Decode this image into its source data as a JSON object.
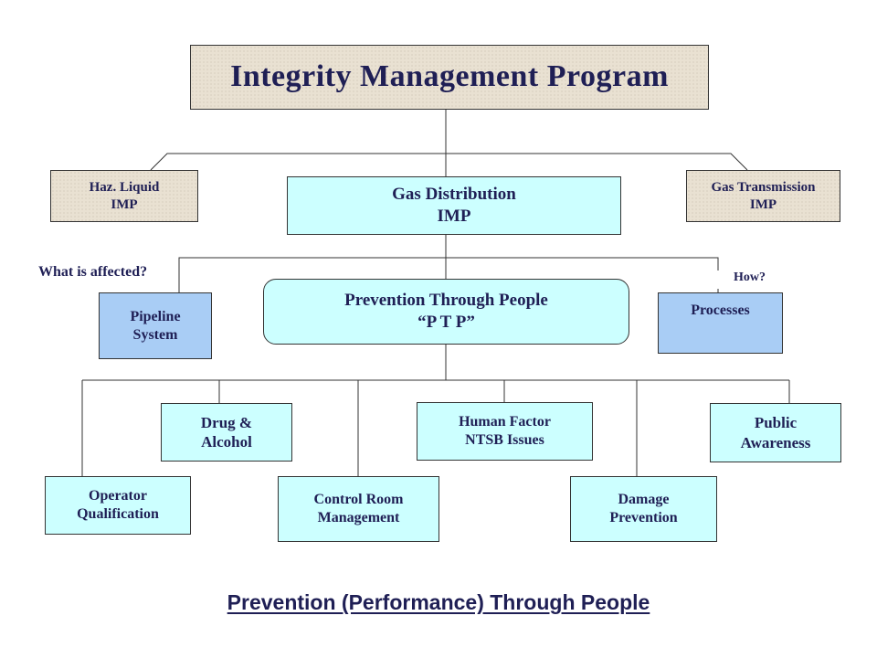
{
  "title": "Integrity Management Program",
  "nodes": {
    "haz_liquid": [
      "Haz. Liquid",
      "IMP"
    ],
    "gas_distribution": [
      "Gas Distribution",
      "IMP"
    ],
    "gas_transmission": [
      "Gas Transmission",
      "IMP"
    ],
    "ptp": [
      "Prevention Through People",
      "“P T P”"
    ],
    "pipeline_system": [
      "Pipeline",
      "System"
    ],
    "processes": [
      "Processes"
    ],
    "drug_alcohol": [
      "Drug &",
      "Alcohol"
    ],
    "human_factor": [
      "Human Factor",
      "NTSB Issues"
    ],
    "public_awareness": [
      "Public",
      "Awareness"
    ],
    "operator_qualification": [
      "Operator",
      "Qualification"
    ],
    "control_room": [
      "Control Room",
      "Management"
    ],
    "damage_prevention": [
      "Damage",
      "Prevention"
    ]
  },
  "annotations": {
    "what_affected": "What is affected?",
    "how": "How?"
  },
  "footer": "Prevention (Performance) Through People",
  "colors": {
    "text": "#1f1f55",
    "tan_box": "#e9e1d2",
    "cyan_box": "#ccffff",
    "blue_box": "#a9cdf5"
  }
}
